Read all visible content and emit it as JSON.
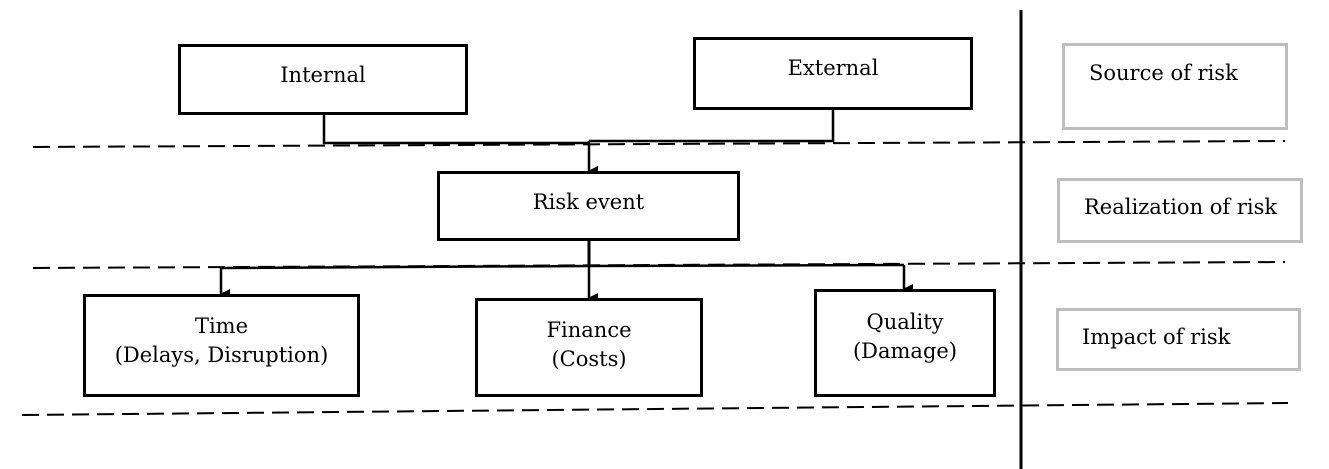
{
  "diagram": {
    "source_nodes": {
      "internal": "Internal",
      "external": "External"
    },
    "event_node": "Risk event",
    "impact_nodes": {
      "time": {
        "title": "Time",
        "detail": "(Delays, Disruption)"
      },
      "finance": {
        "title": "Finance",
        "detail": "(Costs)"
      },
      "quality": {
        "title": "Quality",
        "detail": "(Damage)"
      }
    },
    "stage_labels": {
      "source": "Source of risk",
      "realization": "Realization of risk",
      "impact": "Impact of risk"
    }
  }
}
